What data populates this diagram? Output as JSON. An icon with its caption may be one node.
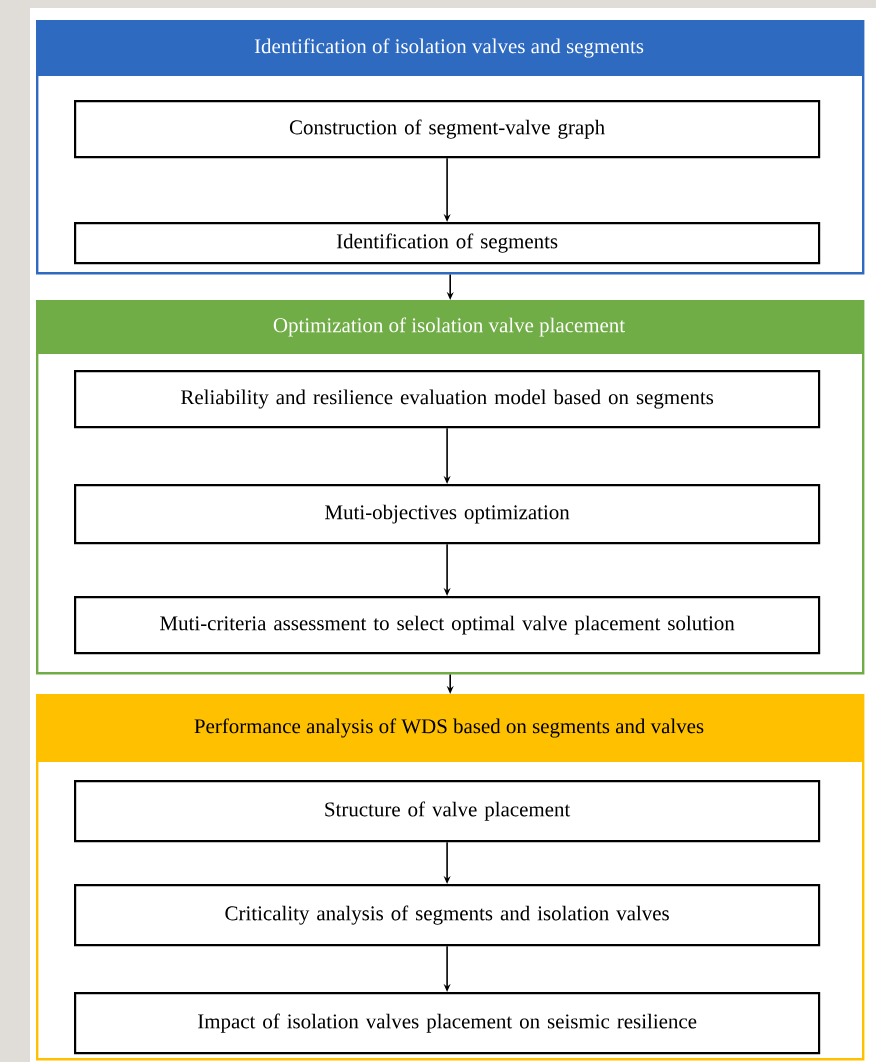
{
  "diagram": {
    "nodes": [
      {
        "text": [
          "Identification of isolation valves and segments"
        ]
      },
      {
        "text": [
          "Construction of segment-valve graph"
        ],
        "in": 0
      },
      {
        "text": [
          "Identification of segments"
        ],
        "in": 0
      },
      {
        "text": [
          "Optimization of isolation valve placement"
        ]
      },
      {
        "text": [
          "Reliability and resilience evaluation model based on segments"
        ],
        "in": 3
      },
      {
        "text": [
          "Muti-objectives optimization"
        ],
        "in": 3
      },
      {
        "text": [
          "Muti-criteria assessment to select optimal valve placement solution"
        ],
        "in": 3
      },
      {
        "text": [
          "Performance analysis of WDS based on segments and valves"
        ]
      },
      {
        "text": [
          "Structure of valve placement"
        ],
        "in": 7
      },
      {
        "text": [
          "Criticality analysis of segments and isolation valves"
        ],
        "in": 7
      },
      {
        "text": [
          "Impact of isolation valves placement on seismic resilience"
        ],
        "in": 7
      }
    ],
    "edges": [
      {
        "from": 1,
        "to": 2,
        "arrow": "to"
      },
      {
        "from": 0,
        "to": 3,
        "arrow": "to"
      },
      {
        "from": 4,
        "to": 5,
        "arrow": "to"
      },
      {
        "from": 5,
        "to": 6,
        "arrow": "to"
      },
      {
        "from": 3,
        "to": 7,
        "arrow": "to"
      },
      {
        "from": 8,
        "to": 9,
        "arrow": "to"
      },
      {
        "from": 9,
        "to": 10,
        "arrow": "to"
      }
    ]
  }
}
